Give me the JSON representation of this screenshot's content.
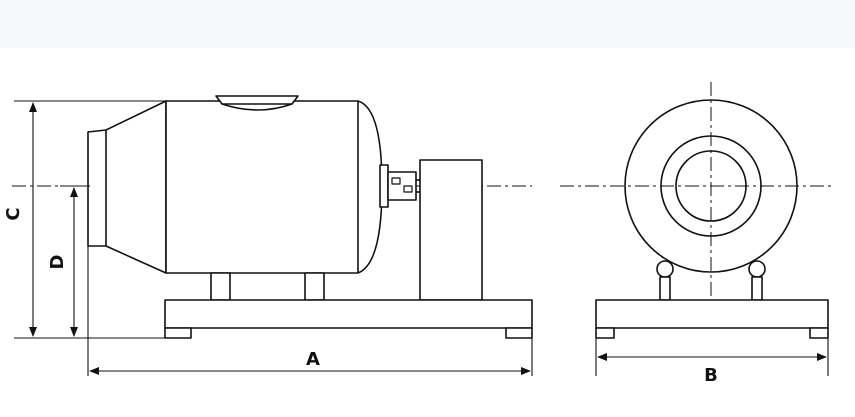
{
  "dimensions": {
    "length_label": "A",
    "width_label": "B",
    "overall_height_label": "C",
    "axis_height_label": "D"
  },
  "views": [
    "side-view",
    "end-view"
  ],
  "colors": {
    "line": "#111111",
    "background": "#ffffff",
    "top_band": "#f7f8fa"
  }
}
